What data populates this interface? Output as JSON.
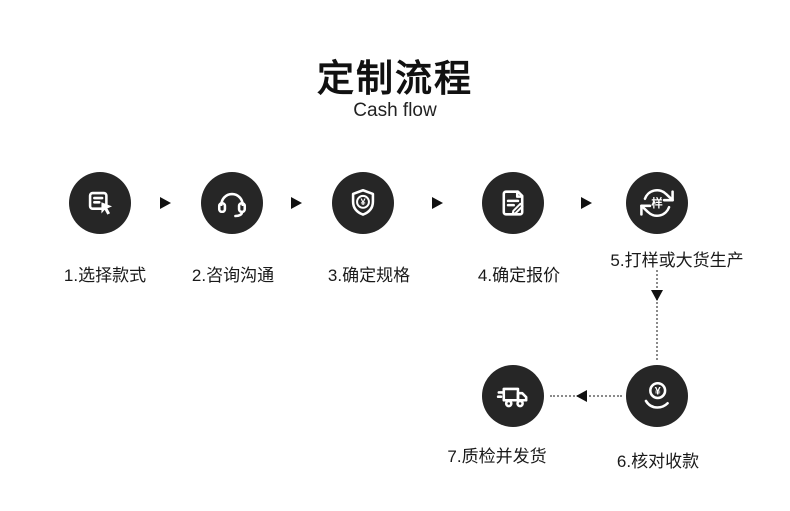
{
  "header": {
    "title": "定制流程",
    "subtitle": "Cash flow"
  },
  "steps": [
    {
      "label": "1.选择款式",
      "icon": "select-style-icon"
    },
    {
      "label": "2.咨询沟通",
      "icon": "headset-icon"
    },
    {
      "label": "3.确定规格",
      "icon": "spec-shield-icon",
      "badge_text": "¥"
    },
    {
      "label": "4.确定报价",
      "icon": "quote-document-icon"
    },
    {
      "label": "5.打样或大货生产",
      "icon": "sample-cycle-icon",
      "badge_text": "样"
    },
    {
      "label": "6.核对收款",
      "icon": "collect-payment-icon",
      "badge_text": "¥"
    },
    {
      "label": "7.质检并发货",
      "icon": "delivery-truck-icon"
    }
  ],
  "colors": {
    "background": "#ffffff",
    "node": "#262626",
    "icon": "#ffffff",
    "arrow": "#111111",
    "text": "#1a1a1a",
    "connector": "#8a8a8a"
  }
}
